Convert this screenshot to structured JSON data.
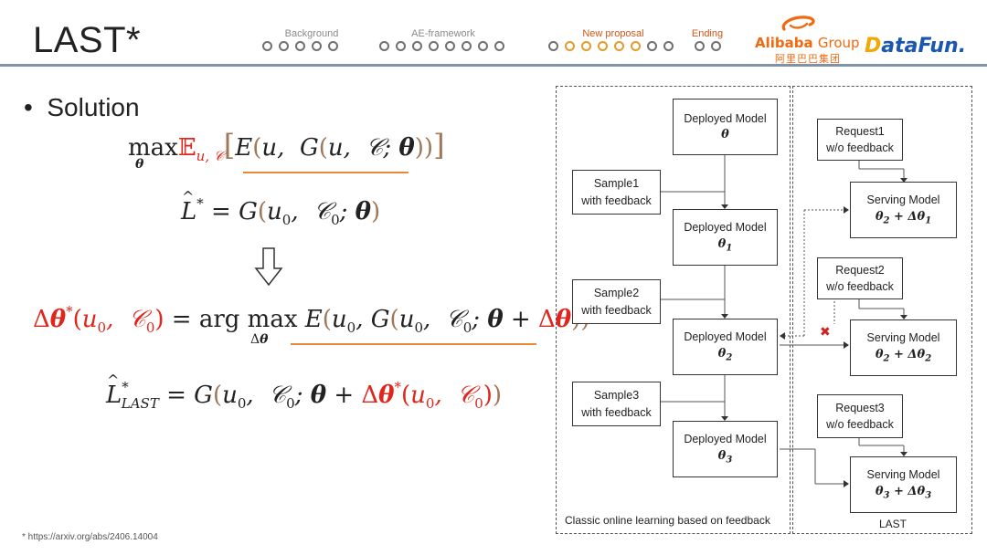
{
  "header": {
    "title": "LAST*",
    "sections": [
      {
        "label": "Background",
        "dots": 5,
        "active_dots": 0
      },
      {
        "label": "AE-framework",
        "dots": 8,
        "active_dots": 0
      },
      {
        "label": "New proposal",
        "dots": 8,
        "active_dots": 5
      },
      {
        "label": "Ending",
        "dots": 2,
        "active_dots": 0
      }
    ],
    "logos": {
      "alibaba_name": "Alibaba",
      "alibaba_group": "Group",
      "alibaba_cn": "阿里巴巴集团",
      "datafun_d": "D",
      "datafun_rest": "ataFun."
    }
  },
  "content": {
    "bullet": "Solution",
    "footnote": "* https://arxiv.org/abs/2406.14004"
  },
  "diagram": {
    "left_panel_caption": "Classic online learning based on feedback",
    "right_panel_caption": "LAST",
    "deployed_label": "Deployed Model",
    "serving_label": "Serving Model",
    "samples": [
      "Sample1",
      "Sample2",
      "Sample3"
    ],
    "with_feedback": "with feedback",
    "requests": [
      "Request1",
      "Request2",
      "Request3"
    ],
    "without_feedback": "w/o feedback",
    "reject_mark": "✖"
  },
  "colors": {
    "accent_red": "#e0261c",
    "accent_orange": "#e8893a",
    "header_line": "#7f93a6"
  }
}
